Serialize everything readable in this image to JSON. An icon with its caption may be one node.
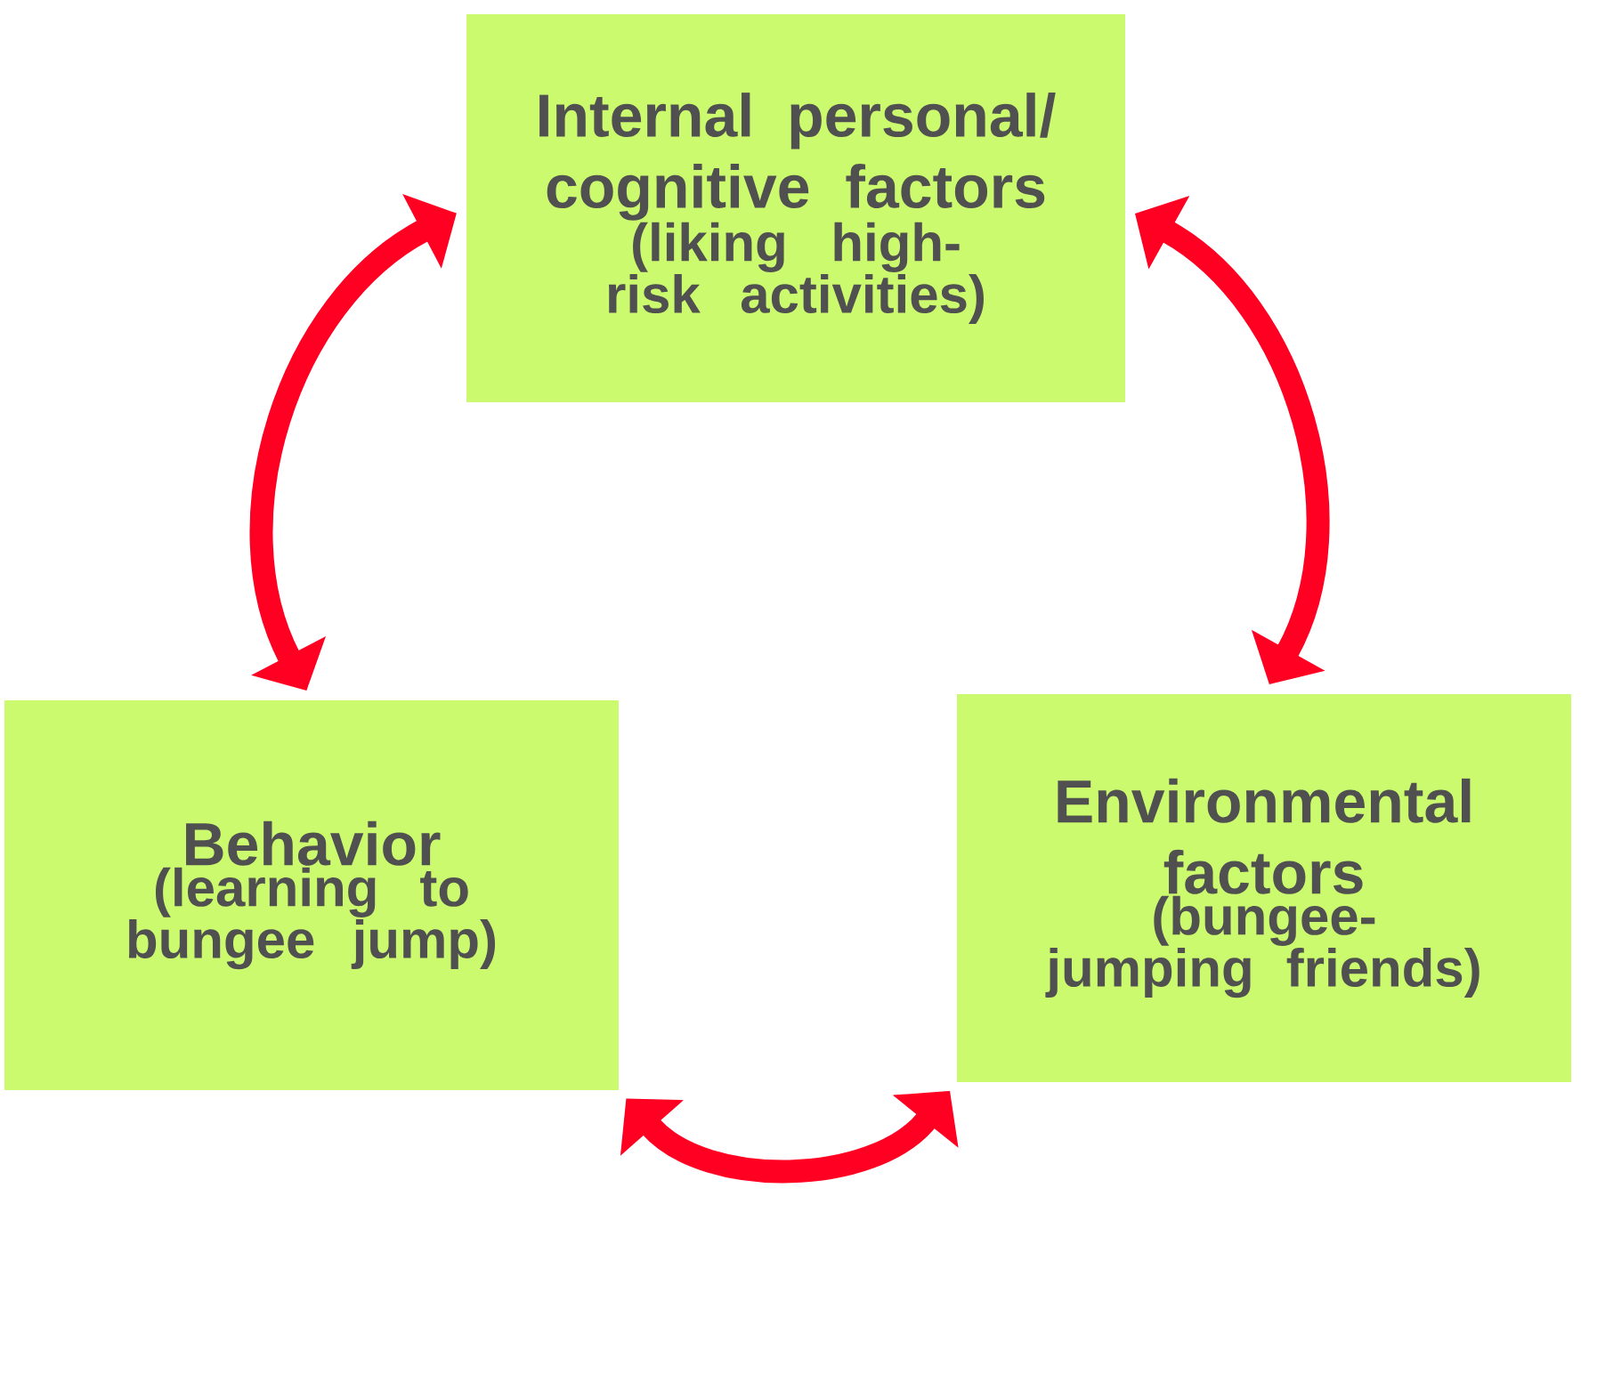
{
  "diagram": {
    "nodes": [
      {
        "text": [
          "Internal personal/ cognitive factors",
          "(liking high-risk activities)"
        ]
      },
      {
        "text": [
          "Behavior",
          "(learning to bungee jump)"
        ]
      },
      {
        "text": [
          "Environmental factors",
          "(bungee-jumping friends)"
        ]
      }
    ],
    "edges": [
      {
        "from": 0,
        "to": 1,
        "arrow": "both"
      },
      {
        "from": 0,
        "to": 2,
        "arrow": "both"
      },
      {
        "from": 1,
        "to": 2,
        "arrow": "both"
      }
    ]
  }
}
